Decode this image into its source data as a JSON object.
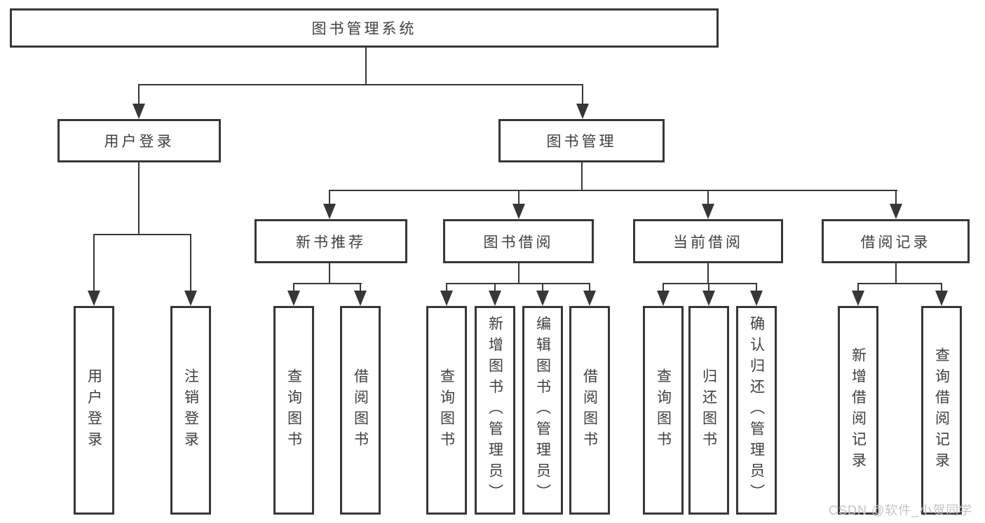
{
  "diagram": {
    "title": "图书管理系统",
    "level2": [
      {
        "label": "用户登录"
      },
      {
        "label": "图书管理"
      }
    ],
    "level3": [
      {
        "label": "新书推荐"
      },
      {
        "label": "图书借阅"
      },
      {
        "label": "当前借阅"
      },
      {
        "label": "借阅记录"
      }
    ],
    "leaves": {
      "user_login": [
        "用户登录",
        "注销登录"
      ],
      "new_book": [
        "查询图书",
        "借阅图书"
      ],
      "book_borrow": [
        "查询图书",
        "新增图书（管理员）",
        "编辑图书（管理员）",
        "借阅图书"
      ],
      "current_borrow": [
        "查询图书",
        "归还图书",
        "确认归还（管理员）"
      ],
      "borrow_records": [
        "新增借阅记录",
        "查询借阅记录"
      ]
    }
  },
  "watermark": {
    "text": "CSDN @软件_小贺同学",
    "color": "#c4c4c4"
  },
  "colors": {
    "line": "#373737",
    "text": "#3f3f3f",
    "background": "#ffffff"
  }
}
